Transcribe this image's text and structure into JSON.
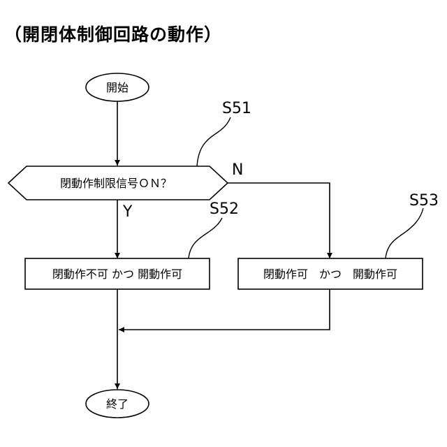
{
  "title": "（開閉体制御回路の動作）",
  "nodes": {
    "start": "開始",
    "decision": "閉動作制限信号ＯＮ？",
    "box_left": "閉動作不可 かつ 開動作可",
    "box_right": "閉動作可　かつ　開動作可",
    "end": "終了"
  },
  "branches": {
    "yes": "Y",
    "no": "N"
  },
  "step_refs": {
    "decision": "S51",
    "left": "S52",
    "right": "S53"
  }
}
